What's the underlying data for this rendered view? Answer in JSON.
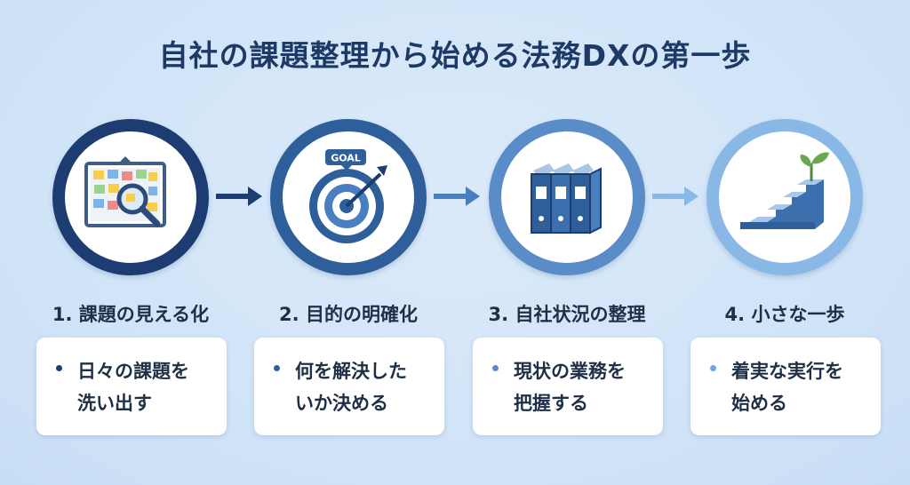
{
  "title": "自社の課題整理から始める法務DXの第一歩",
  "steps": [
    {
      "title": "1. 課題の見える化",
      "lines": [
        "日々の課題を",
        "洗い出す"
      ],
      "icon": "bulletin-board-magnifier-icon",
      "ring_color": "#1d3d72",
      "bullet_color": "#1d3d72"
    },
    {
      "title": "2. 目的の明確化",
      "lines": [
        "何を解決した",
        "いか決める"
      ],
      "icon": "goal-target-icon",
      "ring_color": "#2f5f9a",
      "bullet_color": "#2f5f9a",
      "badge": "GOAL"
    },
    {
      "title": "3. 自社状況の整理",
      "lines": [
        "現状の業務を",
        "把握する"
      ],
      "icon": "binders-icon",
      "ring_color": "#5a8cc8",
      "bullet_color": "#5a8cc8"
    },
    {
      "title": "4. 小さな一歩",
      "lines": [
        "着実な実行を",
        "始める"
      ],
      "icon": "stairs-sprout-icon",
      "ring_color": "#8ab8e6",
      "bullet_color": "#6fa5dc"
    }
  ],
  "arrow_colors": [
    "#1d3d72",
    "#4a7fbf",
    "#8ab8e6"
  ]
}
